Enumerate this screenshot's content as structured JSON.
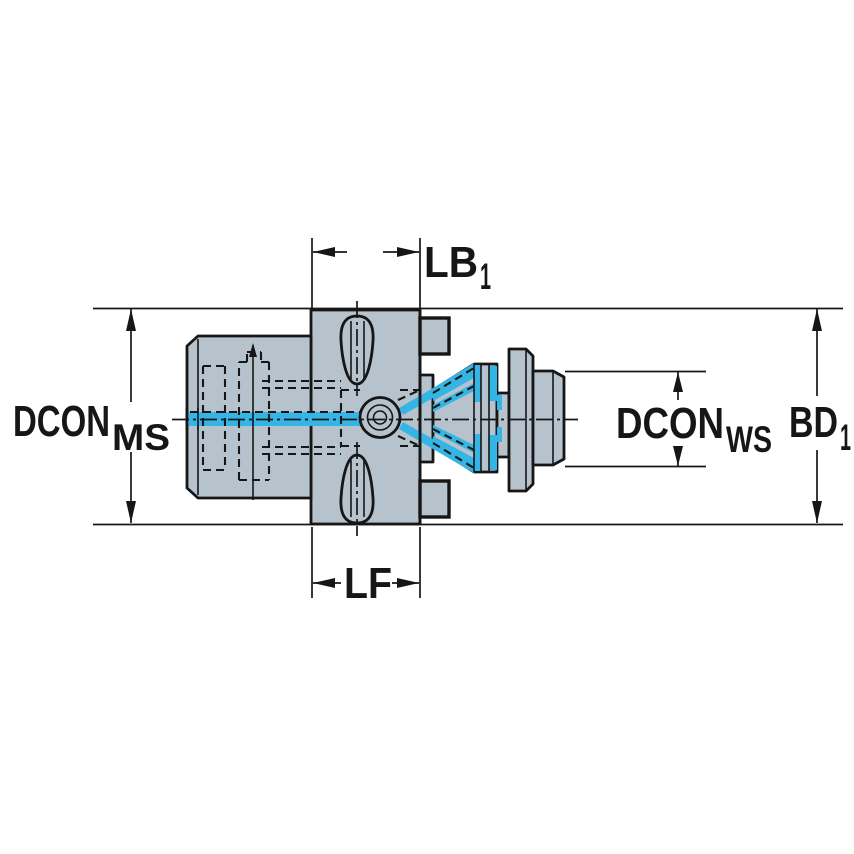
{
  "drawing": {
    "labels": {
      "lb1": {
        "main": "LB",
        "sub": "1"
      },
      "lf": {
        "main": "LF"
      },
      "dcon_ms": {
        "main": "DCON",
        "sub": "MS"
      },
      "dcon_ws": {
        "main": "DCON",
        "sub": "WS"
      },
      "bd1": {
        "main": "BD",
        "sub": "1"
      }
    },
    "colors": {
      "background": "#ffffff",
      "line": "#161616",
      "body_fill": "#b6c3cd",
      "highlight_fill": "#35b5e5"
    }
  }
}
